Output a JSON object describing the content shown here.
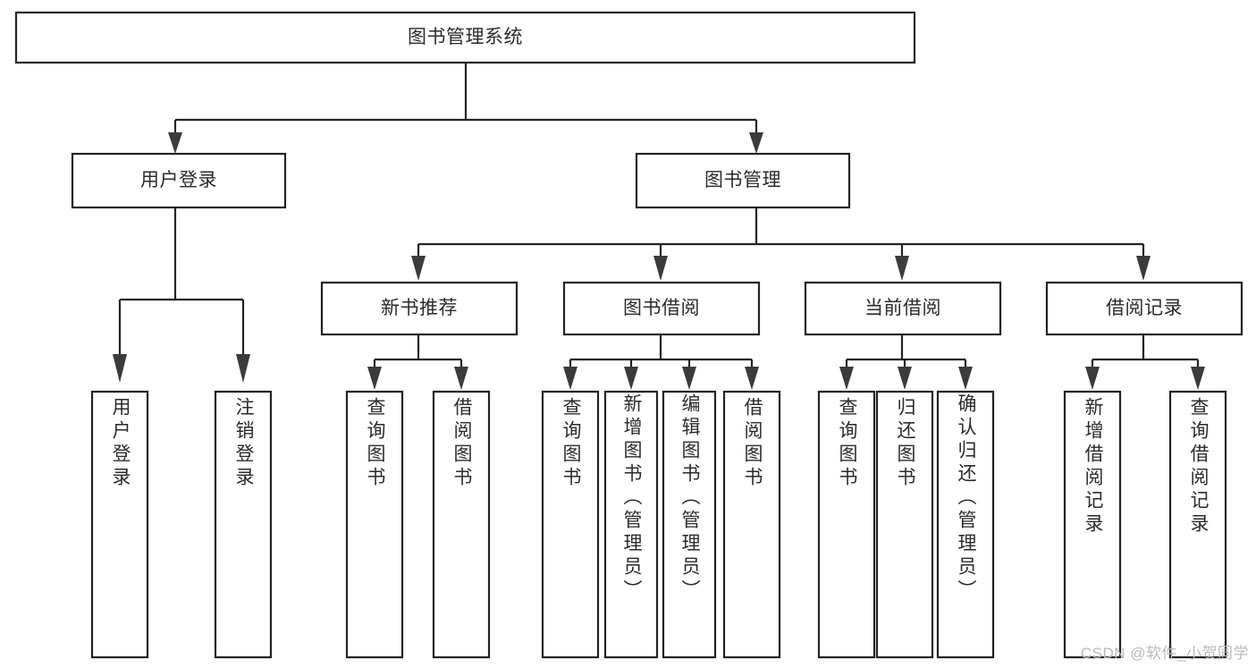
{
  "diagram": {
    "type": "tree-hierarchy-chart",
    "title": "图书管理系统",
    "levels": 3,
    "nodes": {
      "root": {
        "label": "图书管理系统",
        "level": 0
      },
      "user_login": {
        "label": "用户登录",
        "level": 1
      },
      "book_manage": {
        "label": "图书管理",
        "level": 1
      },
      "new_book_rec": {
        "label": "新书推荐",
        "level": 2
      },
      "book_borrow": {
        "label": "图书借阅",
        "level": 2
      },
      "current_borrow": {
        "label": "当前借阅",
        "level": 2
      },
      "borrow_record": {
        "label": "借阅记录",
        "level": 2
      },
      "leaf_user_login": {
        "label": "用户登录",
        "level": 3
      },
      "leaf_logout": {
        "label": "注销登录",
        "level": 3
      },
      "leaf_query_book_1": {
        "label": "查询图书",
        "level": 3
      },
      "leaf_borrow_book_1": {
        "label": "借阅图书",
        "level": 3
      },
      "leaf_query_book_2": {
        "label": "查询图书",
        "level": 3
      },
      "leaf_add_book": {
        "label": "新增图书（管理员）",
        "level": 3
      },
      "leaf_edit_book": {
        "label": "编辑图书（管理员）",
        "level": 3
      },
      "leaf_borrow_book_2": {
        "label": "借阅图书",
        "level": 3
      },
      "leaf_query_book_3": {
        "label": "查询图书",
        "level": 3
      },
      "leaf_return_book": {
        "label": "归还图书",
        "level": 3
      },
      "leaf_confirm_return": {
        "label": "确认归还（管理员）",
        "level": 3
      },
      "leaf_add_record": {
        "label": "新增借阅记录",
        "level": 3
      },
      "leaf_query_record": {
        "label": "查询借阅记录",
        "level": 3
      }
    },
    "edges": [
      {
        "from": "root",
        "to": "user_login"
      },
      {
        "from": "root",
        "to": "book_manage"
      },
      {
        "from": "user_login",
        "to": "leaf_user_login"
      },
      {
        "from": "user_login",
        "to": "leaf_logout"
      },
      {
        "from": "book_manage",
        "to": "new_book_rec"
      },
      {
        "from": "book_manage",
        "to": "book_borrow"
      },
      {
        "from": "book_manage",
        "to": "current_borrow"
      },
      {
        "from": "book_manage",
        "to": "borrow_record"
      },
      {
        "from": "new_book_rec",
        "to": "leaf_query_book_1"
      },
      {
        "from": "new_book_rec",
        "to": "leaf_borrow_book_1"
      },
      {
        "from": "book_borrow",
        "to": "leaf_query_book_2"
      },
      {
        "from": "book_borrow",
        "to": "leaf_add_book"
      },
      {
        "from": "book_borrow",
        "to": "leaf_edit_book"
      },
      {
        "from": "book_borrow",
        "to": "leaf_borrow_book_2"
      },
      {
        "from": "current_borrow",
        "to": "leaf_query_book_3"
      },
      {
        "from": "current_borrow",
        "to": "leaf_return_book"
      },
      {
        "from": "current_borrow",
        "to": "leaf_confirm_return"
      },
      {
        "from": "borrow_record",
        "to": "leaf_add_record"
      },
      {
        "from": "borrow_record",
        "to": "leaf_query_record"
      }
    ],
    "colors": {
      "box_fill": "#ffffff",
      "box_stroke": "#232323",
      "text": "#2b2b2b",
      "connector": "#232323",
      "watermark": "#b9b9b9",
      "background": "#ffffff"
    }
  },
  "watermark": {
    "text": "CSDN @软件_小贺同学"
  }
}
